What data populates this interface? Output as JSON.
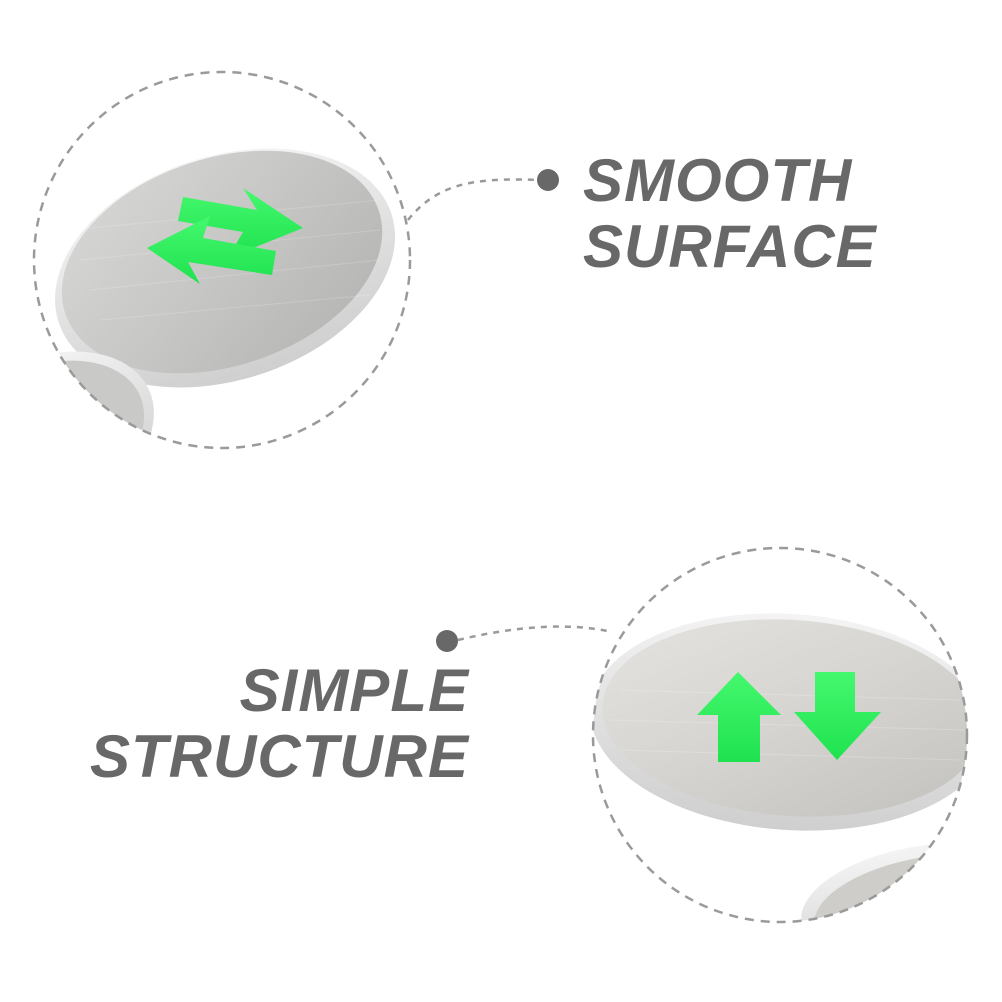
{
  "callouts": [
    {
      "id": "smooth-surface",
      "lines": [
        "SMOOTH",
        "SURFACE"
      ],
      "icon": "swap-horizontal-arrows-icon"
    },
    {
      "id": "simple-structure",
      "lines": [
        "SIMPLE",
        "STRUCTURE"
      ],
      "icon": "up-down-arrows-icon"
    }
  ],
  "colors": {
    "text": "#686868",
    "dash": "#9a9a9a",
    "arrow_green": "#27f05a",
    "metal_light": "#e4e4e2",
    "metal_dark": "#b4b4b2"
  }
}
